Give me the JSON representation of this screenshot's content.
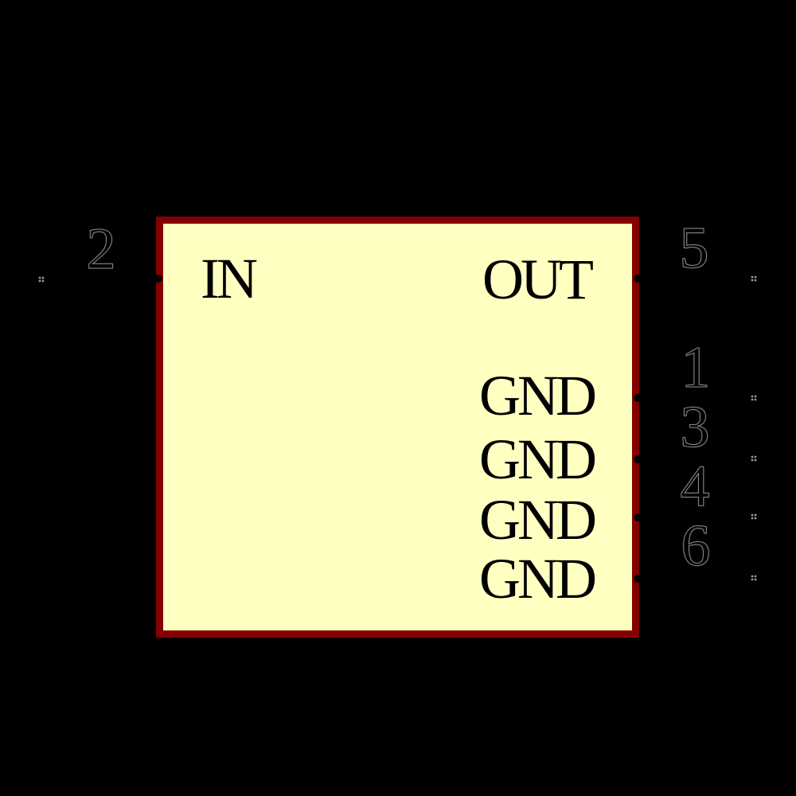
{
  "canvas": {
    "background_color": "#000000"
  },
  "symbol": {
    "body_fill_color": "#FFFFC2",
    "body_border_color": "#840000",
    "label_color": "#000000",
    "pin_number_outline_color": "#8a8a8a",
    "pins": [
      {
        "number": "2",
        "name": "IN",
        "side": "left"
      },
      {
        "number": "5",
        "name": "OUT",
        "side": "right"
      },
      {
        "number": "1",
        "name": "GND",
        "side": "right"
      },
      {
        "number": "3",
        "name": "GND",
        "side": "right"
      },
      {
        "number": "4",
        "name": "GND",
        "side": "right"
      },
      {
        "number": "6",
        "name": "GND",
        "side": "right"
      }
    ]
  }
}
